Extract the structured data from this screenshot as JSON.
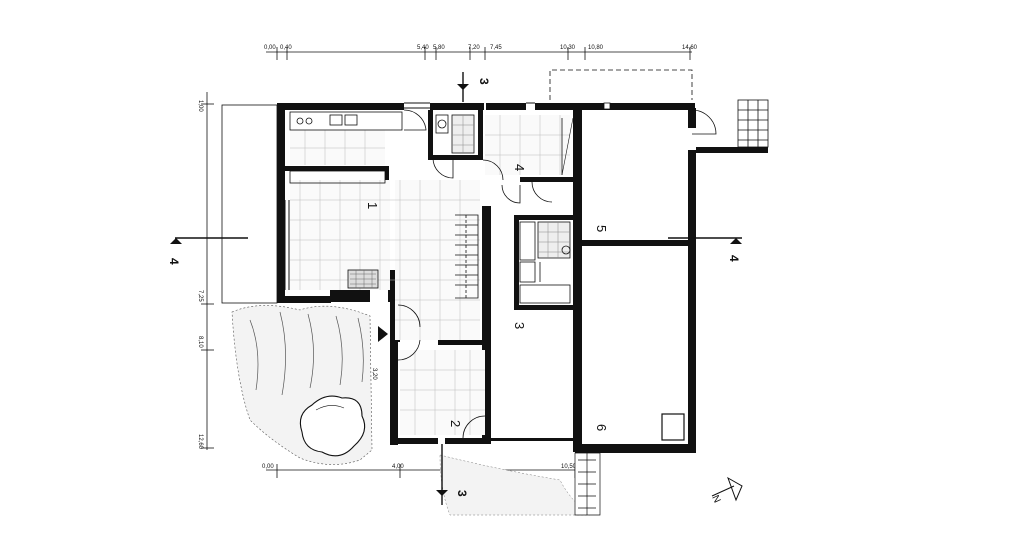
{
  "plan": {
    "top_dimensions": [
      "0,00",
      "0,40",
      "5,40",
      "5,80",
      "7,20",
      "7,45",
      "10,30",
      "10,80",
      "14,60"
    ],
    "left_dimensions": [
      "1,00",
      "7,25",
      "8,10",
      "3,20",
      "12,60"
    ],
    "bottom_dimensions": [
      "0,00",
      "4,00",
      "10,50"
    ],
    "room_numbers": [
      "1",
      "2",
      "3",
      "4",
      "5",
      "6"
    ],
    "section_markers": {
      "top": "3",
      "bottom": "3",
      "left": "4",
      "right": "4"
    },
    "north_label": "N"
  }
}
